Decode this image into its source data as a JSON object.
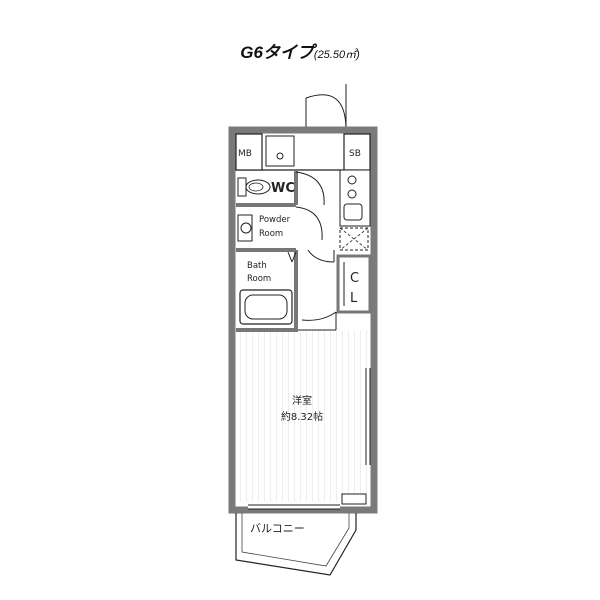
{
  "title": {
    "type": "G6タイプ",
    "area": "(25.50㎡)"
  },
  "rooms": {
    "mb": "MB",
    "sb": "SB",
    "wc": "WC",
    "powder_line1": "Powder",
    "powder_line2": "Room",
    "bath_line1": "Bath",
    "bath_line2": "Room",
    "closet_c": "C",
    "closet_l": "L",
    "western_room": "洋室",
    "western_size": "約8.32帖",
    "balcony": "バルコニー"
  },
  "colors": {
    "wall": "#7a7a7a",
    "floor_line": "#d6d6d6",
    "line": "#222222"
  }
}
